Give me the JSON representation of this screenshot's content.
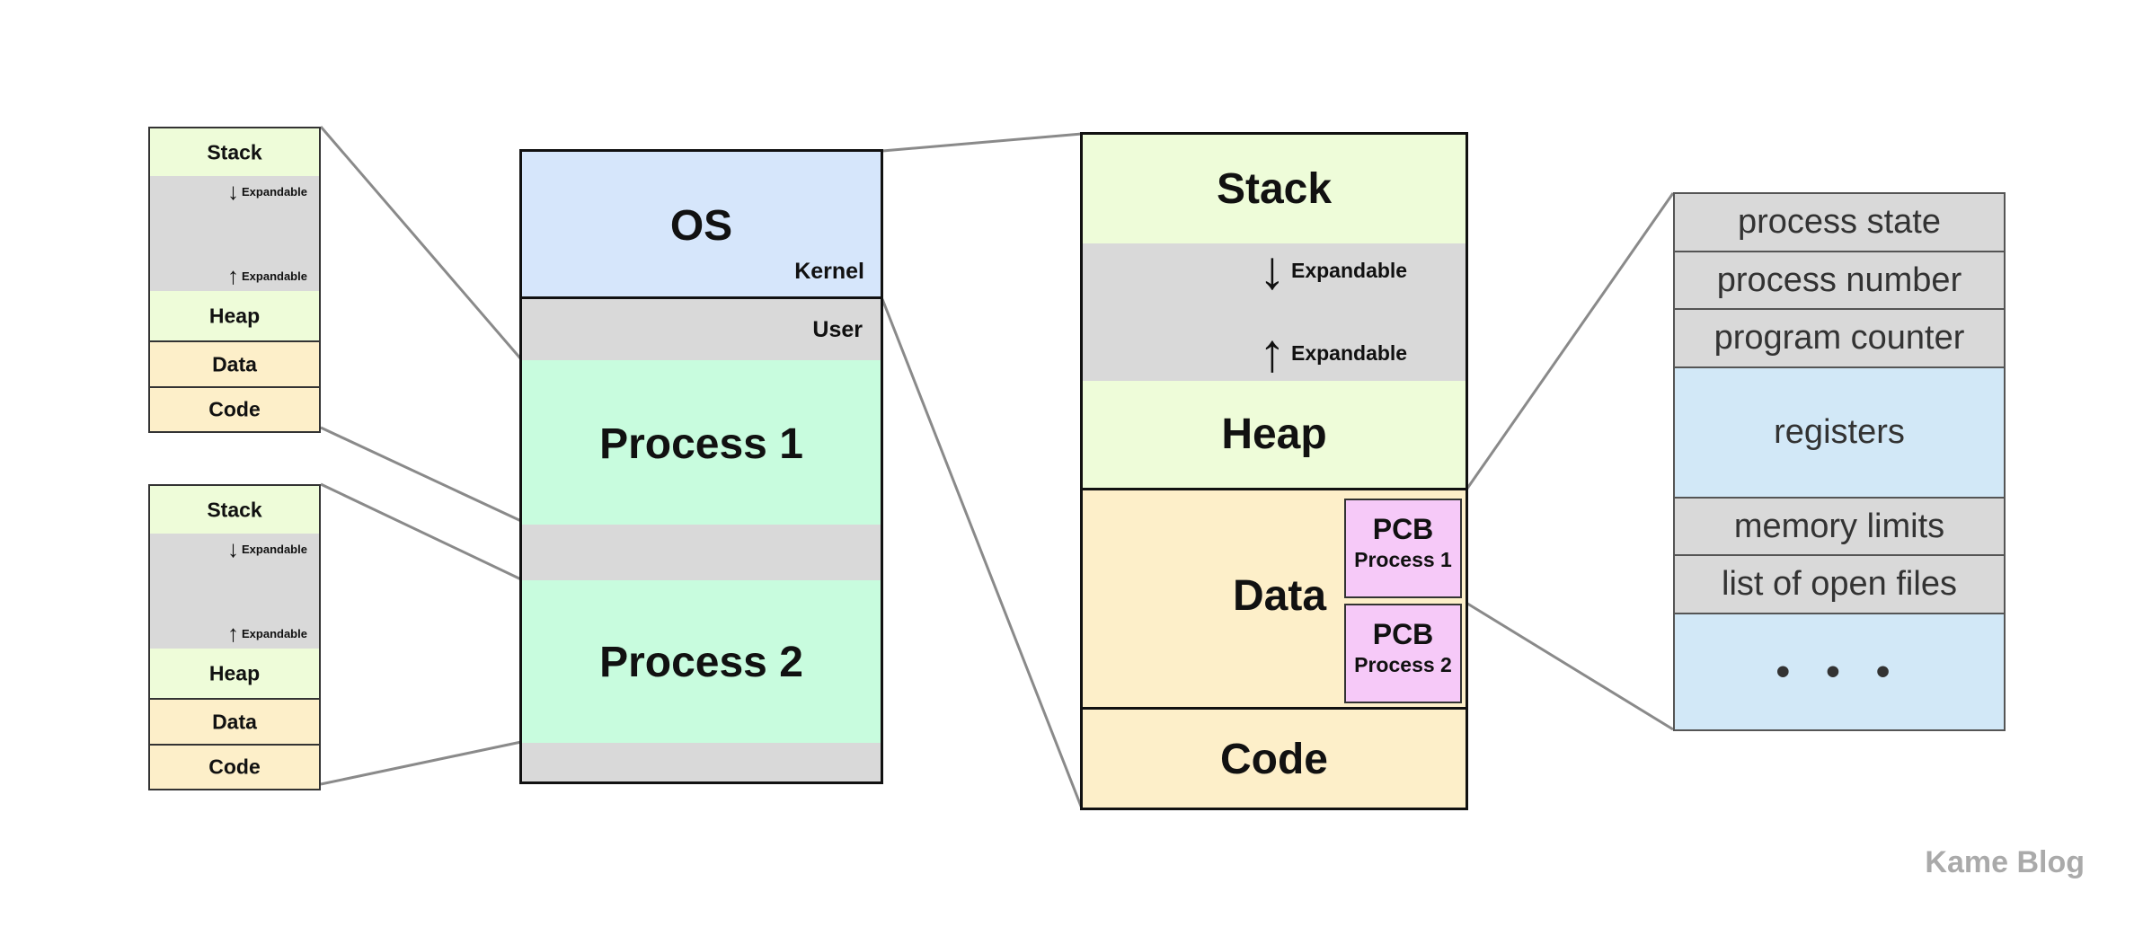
{
  "mini_map_1": {
    "stack": "Stack",
    "expand_down": "Expandable",
    "expand_up": "Expandable",
    "heap": "Heap",
    "data": "Data",
    "code": "Code"
  },
  "mini_map_2": {
    "stack": "Stack",
    "expand_down": "Expandable",
    "expand_up": "Expandable",
    "heap": "Heap",
    "data": "Data",
    "code": "Code"
  },
  "memory": {
    "os": "OS",
    "kernel": "Kernel",
    "user": "User",
    "process1": "Process 1",
    "process2": "Process 2"
  },
  "detail": {
    "stack": "Stack",
    "expand_down": "Expandable",
    "expand_up": "Expandable",
    "heap": "Heap",
    "data": "Data",
    "code": "Code",
    "pcb1_title": "PCB",
    "pcb1_sub": "Process 1",
    "pcb2_title": "PCB",
    "pcb2_sub": "Process 2"
  },
  "pcb_fields": [
    "process state",
    "process number",
    "program counter",
    "registers",
    "memory limits",
    "list of open files",
    "• • •"
  ],
  "watermark": "Kame Blog",
  "colors": {
    "stack_heap": "#eefcd9",
    "free": "#d9d9d9",
    "process": "#c8fcde",
    "os": "#d6e6fb",
    "data_code": "#fdefc9",
    "pcb": "#f6c9f8",
    "pcb_list_blue": "#d2e8f7",
    "connector": "#8a8a8a"
  }
}
